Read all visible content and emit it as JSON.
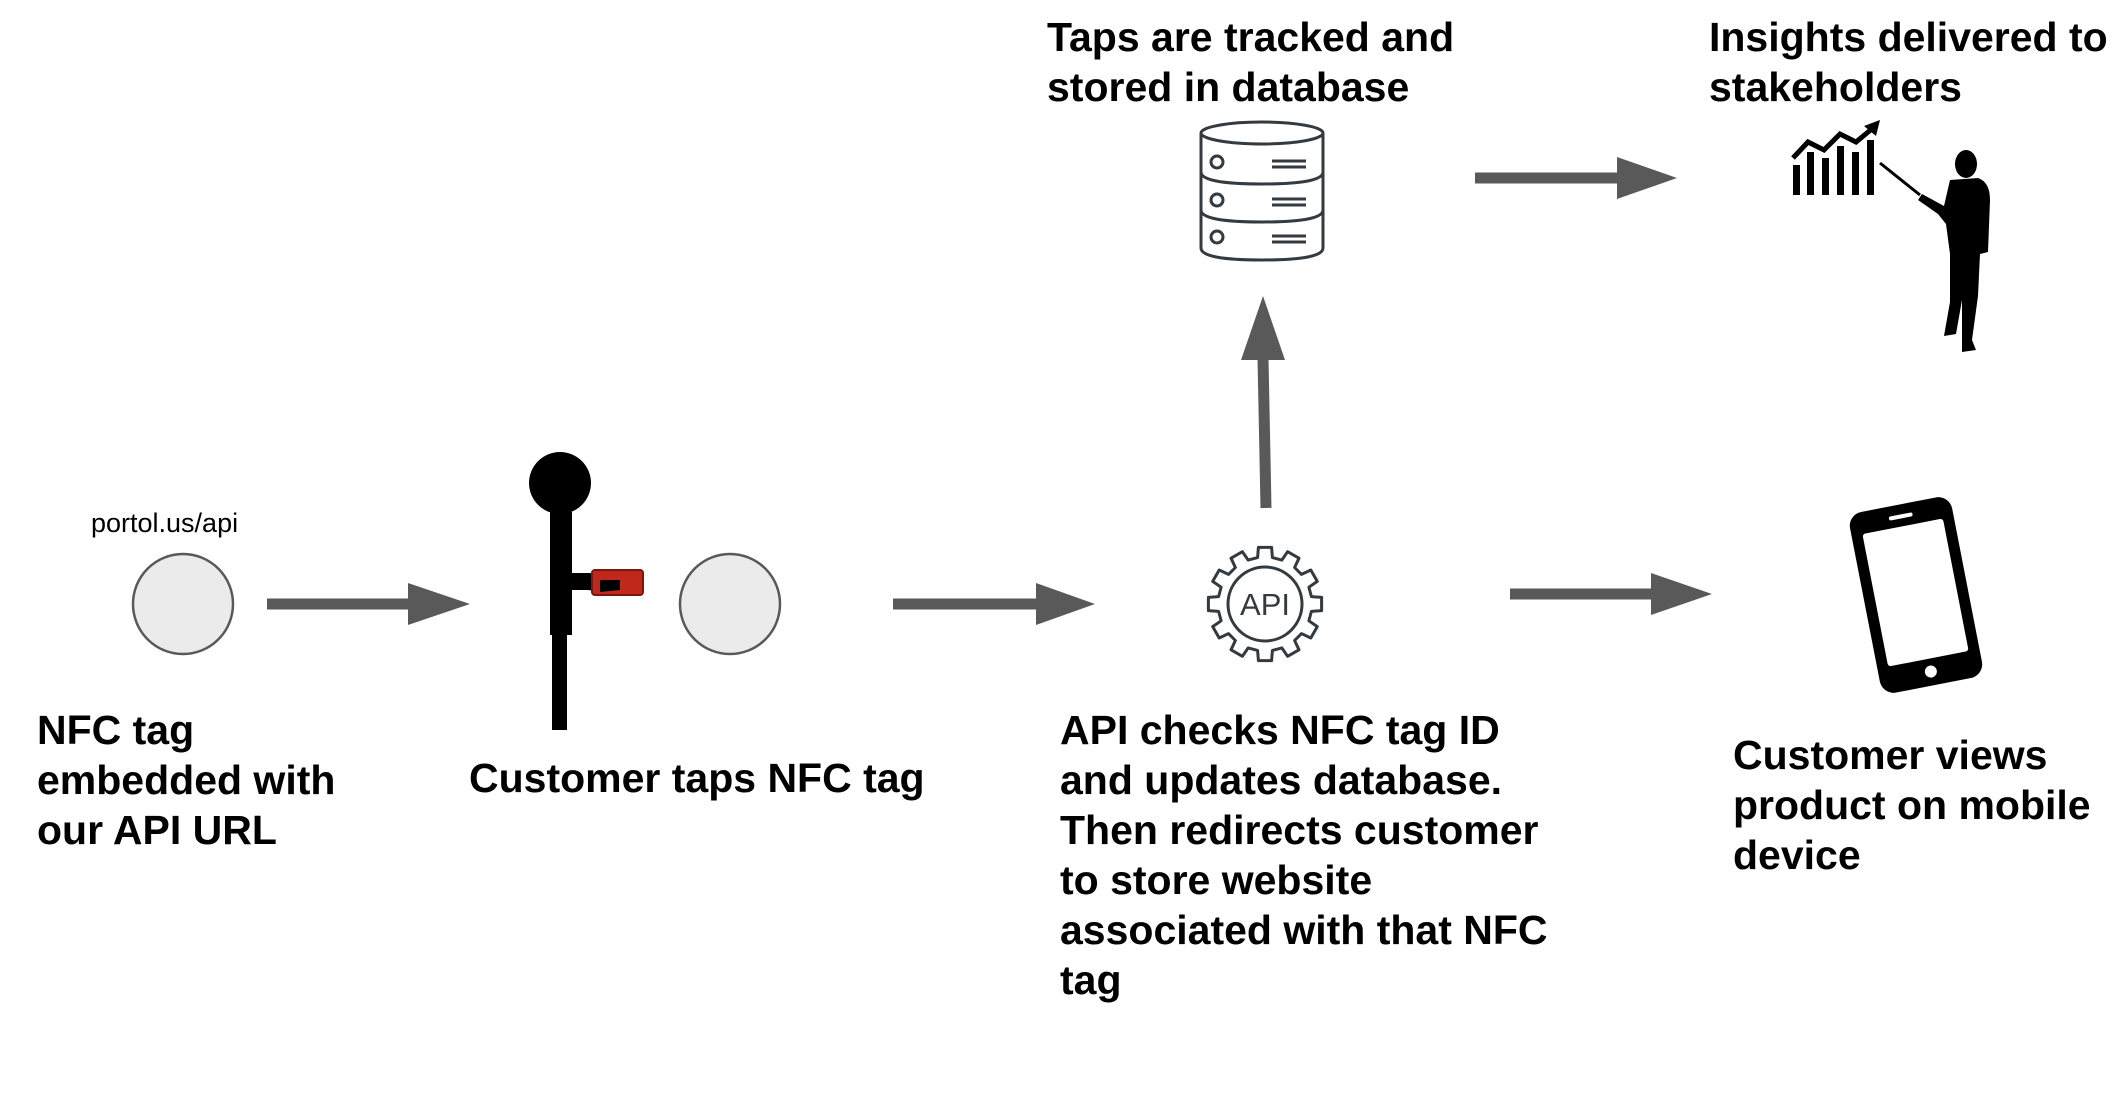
{
  "diagram": {
    "nfc_url": "portol.us/api",
    "api_icon_text": "API",
    "labels": {
      "nfc_tag": "NFC tag\nembedded with\nour API URL",
      "customer_taps": "Customer taps NFC tag",
      "api_checks": "API checks NFC tag ID\nand updates database.\nThen redirects customer\nto store website\nassociated with that NFC\ntag",
      "customer_views": "Customer views\nproduct on mobile\ndevice",
      "taps_tracked": "Taps are tracked and\nstored in database",
      "insights": "Insights delivered to\nstakeholders"
    }
  },
  "colors": {
    "arrow": "#595959",
    "circle_fill": "#ebebeb",
    "circle_stroke": "#595959",
    "icon_stroke": "#333a40",
    "card": "#c0281c",
    "figure": "#000000"
  }
}
